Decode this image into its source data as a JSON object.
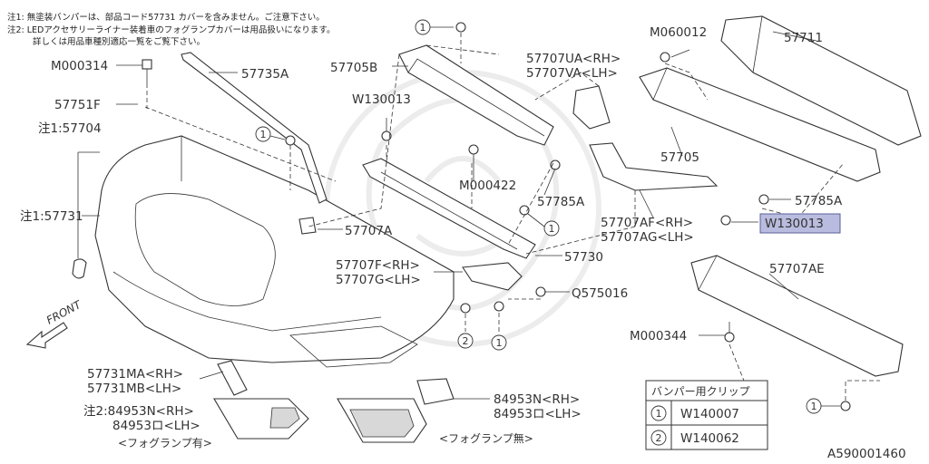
{
  "notes": {
    "note1": "注1: 無塗装バンパーは、部品コード57731 カバーを含みません。ご注意下さい。",
    "note2a": "注2: LEDアクセサリーライナー装着車のフォグランプカバーは用品扱いになります。",
    "note2b": "詳しくは用品車種別適応一覧をご覧下さい。"
  },
  "labels": {
    "m000314": "M000314",
    "p57735a": "57735A",
    "p57705b": "57705B",
    "p57751f": "57751F",
    "p57704": "注1:57704",
    "p57731": "注1:57731",
    "w130013_top": "W130013",
    "m000422": "M000422",
    "p57785a_mid": "57785A",
    "p57707a": "57707A",
    "p57730": "57730",
    "p57707f": "57707F<RH>",
    "p57707g": "57707G<LH>",
    "q575016": "Q575016",
    "p57707ua": "57707UA<RH>",
    "p57707va": "57707VA<LH>",
    "m060012": "M060012",
    "p57711": "57711",
    "p57705": "57705",
    "p57707af": "57707AF<RH>",
    "p57707ag": "57707AG<LH>",
    "p57785a_right": "57785A",
    "w130013_hl": "W130013",
    "p57707ae": "57707AE",
    "m000344": "M000344",
    "p57731ma": "57731MA<RH>",
    "p57731mb": "57731MB<LH>",
    "p84953n_l": "注2:84953N<RH>",
    "p84953o_l": "84953ロ<LH>",
    "fog_with": "<フォグランプ有>",
    "p84953n_r": "84953N<RH>",
    "p84953o_r": "84953ロ<LH>",
    "fog_without": "<フォグランプ無>",
    "front": "FRONT",
    "diagram_code": "A590001460"
  },
  "callouts": {
    "one": "1",
    "two": "2"
  },
  "clip_table": {
    "title": "バンパー用クリップ",
    "rows": [
      {
        "num": "1",
        "code": "W140007"
      },
      {
        "num": "2",
        "code": "W140062"
      }
    ]
  }
}
